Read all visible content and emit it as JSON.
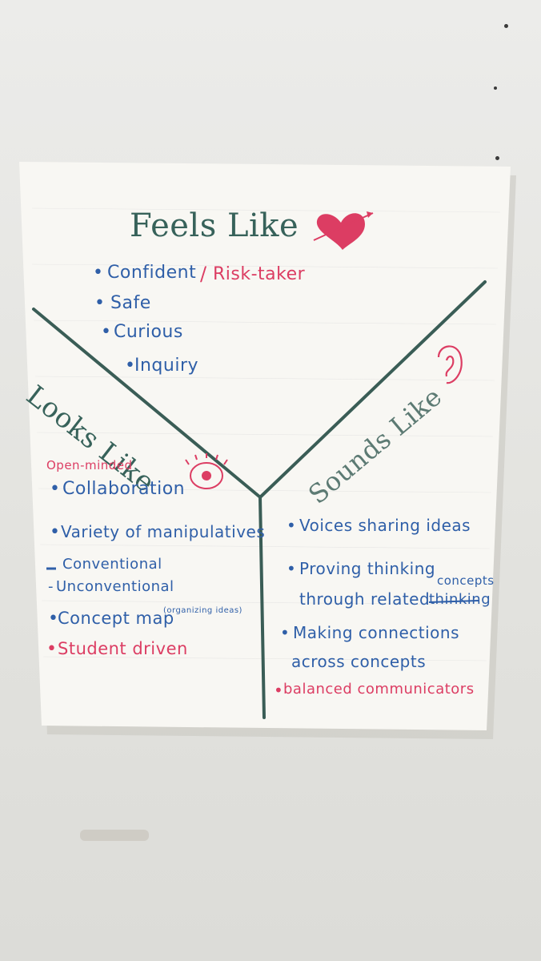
{
  "colors": {
    "wall": "#e6e6e1",
    "paper": "#f8f7f3",
    "marker_blue": "#2f5fa8",
    "marker_red": "#dc3d63",
    "marker_green": "#37625a"
  },
  "icons": [
    "heart-icon",
    "eye-icon",
    "ear-icon"
  ],
  "poster": {
    "feels_like": {
      "title": "Feels Like",
      "items": [
        "Confident",
        "Safe",
        "Curious",
        "Inquiry"
      ],
      "separator": "/",
      "addition": "Risk-taker"
    },
    "looks_like": {
      "title": "Looks Like",
      "items": [
        "Open-minded",
        "Collaboration",
        "Variety of manipulatives",
        "Conventional",
        "Unconventional",
        "Concept map",
        "(organizing ideas)",
        "Student driven"
      ]
    },
    "sounds_like": {
      "title": "Sounds Like",
      "items": [
        "Voices sharing ideas",
        "Proving thinking",
        "through related",
        "thinking",
        "concepts",
        "Making connections",
        "across concepts",
        "balanced communicators"
      ]
    }
  }
}
